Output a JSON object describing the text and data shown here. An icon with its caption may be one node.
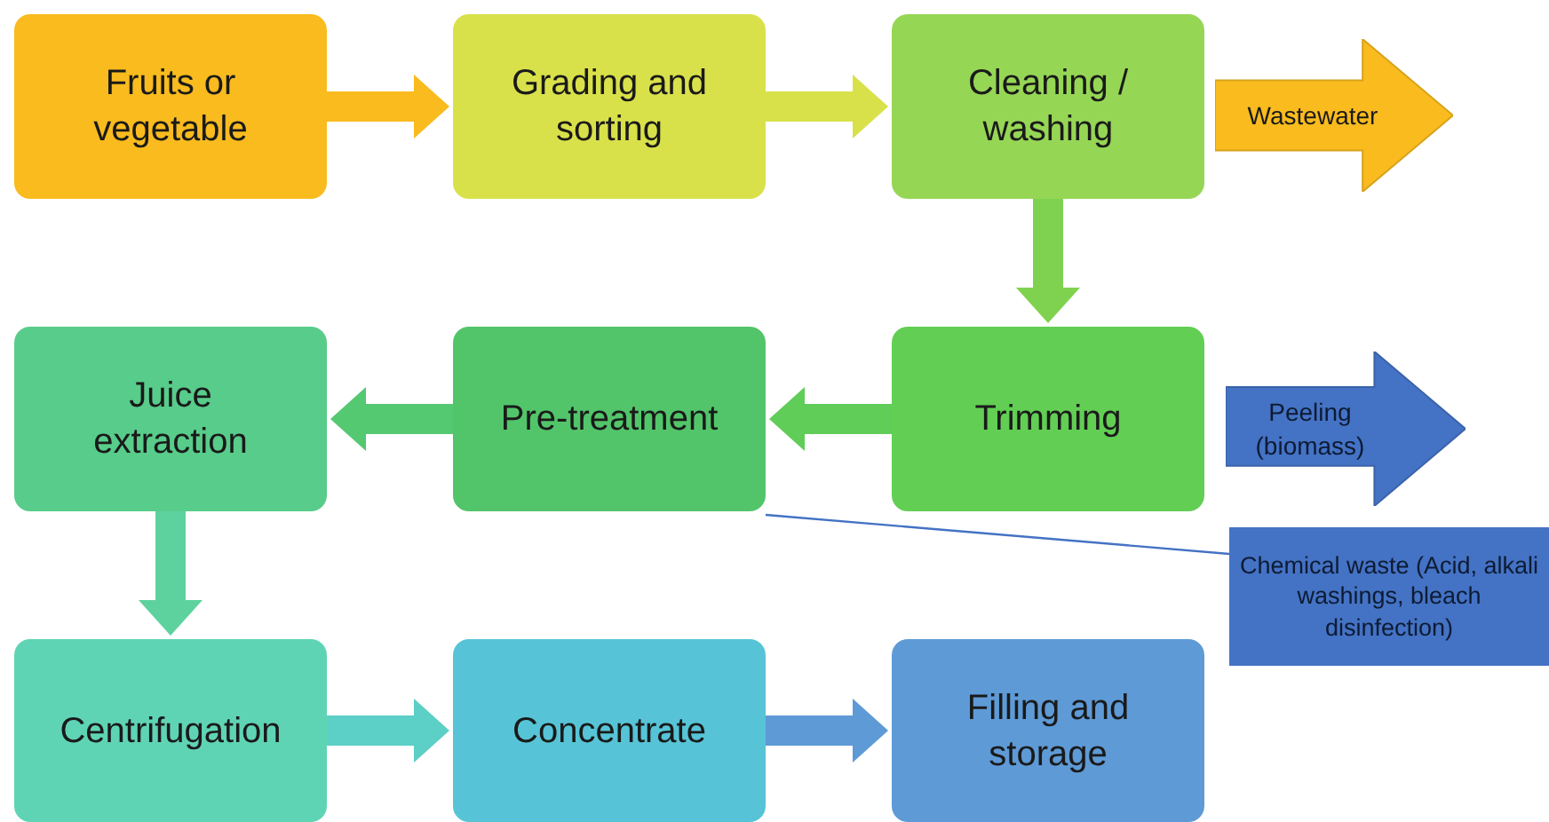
{
  "diagram": {
    "nodes": [
      {
        "text": [
          "Fruits or vegetable"
        ]
      },
      {
        "text": [
          "Grading and sorting"
        ]
      },
      {
        "text": [
          "Cleaning / washing"
        ]
      },
      {
        "text": [
          "Wastewater"
        ]
      },
      {
        "text": [
          "Juice extraction"
        ]
      },
      {
        "text": [
          "Pre-treatment"
        ]
      },
      {
        "text": [
          "Trimming"
        ]
      },
      {
        "text": [
          "Peeling (biomass)"
        ]
      },
      {
        "text": [
          "Chemical waste (Acid, alkali washings, bleach disinfection)"
        ]
      },
      {
        "text": [
          "Centrifugation"
        ]
      },
      {
        "text": [
          "Concentrate"
        ]
      },
      {
        "text": [
          "Filling and storage"
        ]
      }
    ],
    "edges": [
      {
        "from": 0,
        "to": 1,
        "arrow": "to",
        "color": "#f9bb1e"
      },
      {
        "from": 1,
        "to": 2,
        "arrow": "to",
        "color": "#d9e14a"
      },
      {
        "from": 2,
        "to": 6,
        "arrow": "to",
        "color": "#7fd24f"
      },
      {
        "from": 6,
        "to": 5,
        "arrow": "to",
        "color": "#5fcd58"
      },
      {
        "from": 5,
        "to": 4,
        "arrow": "to",
        "color": "#55c872"
      },
      {
        "from": 4,
        "to": 9,
        "arrow": "to",
        "color": "#5ed29e"
      },
      {
        "from": 9,
        "to": 10,
        "arrow": "to",
        "color": "#5ccfc6"
      },
      {
        "from": 10,
        "to": 11,
        "arrow": "to",
        "color": "#5e9ad6"
      },
      {
        "from": 5,
        "to": 8,
        "arrow": "none",
        "color": "#4472c4"
      }
    ]
  }
}
